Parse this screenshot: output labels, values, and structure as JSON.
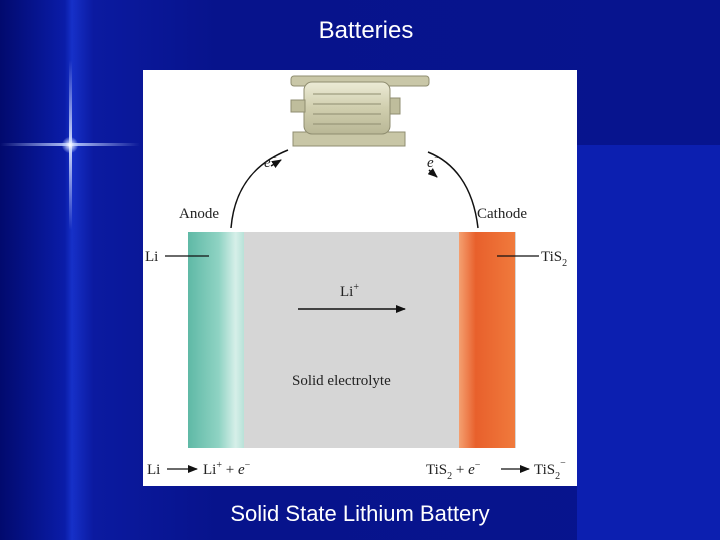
{
  "slide": {
    "title": "Batteries",
    "caption": "Solid State Lithium Battery"
  },
  "diagram": {
    "electron_symbol": "e",
    "electron_sup": "−",
    "anode_label": "Anode",
    "cathode_label": "Cathode",
    "li_label": "Li",
    "tis2_label": "TiS",
    "tis2_sub": "2",
    "ion_label": "Li",
    "ion_sup": "+",
    "electrolyte_label": "Solid electrolyte",
    "anode_reaction": {
      "left": "Li",
      "right_li": "Li",
      "right_li_sup": "+",
      "plus": " + ",
      "e": "e",
      "e_sup": "−"
    },
    "cathode_reaction": {
      "left": "TiS",
      "left_sub": "2",
      "plus": " + ",
      "e": "e",
      "e_sup": "−",
      "right": "TiS",
      "right_sub": "2",
      "right_sup": "−"
    },
    "colors": {
      "anode": "#7cc9b8",
      "cathode": "#e8602c",
      "electrolyte": "#d6d6d6",
      "motor": "#d8d6b8"
    },
    "icons": [
      "motor-icon",
      "arrow-right-icon"
    ]
  }
}
